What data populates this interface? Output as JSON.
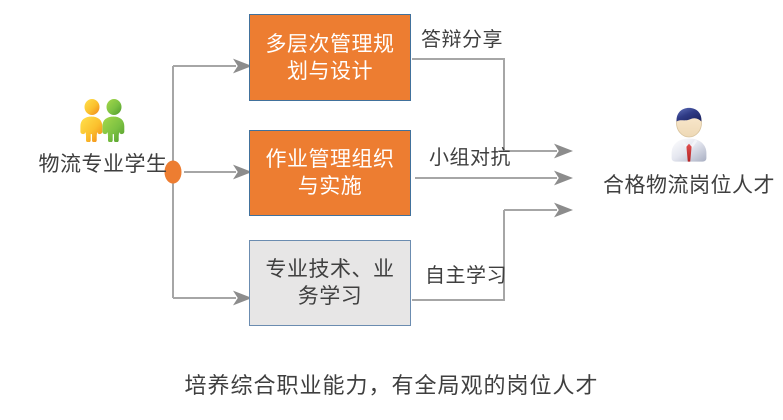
{
  "diagram": {
    "title_caption": "培养综合职业能力，有全局观的岗位人才",
    "colors": {
      "box_orange": "#ED7D31",
      "box_grey": "#E7E6E6",
      "box_border": "#41719C",
      "connector": "#A6A6A6",
      "node_orange": "#ED7D31",
      "text_dark": "#3F3F3F"
    },
    "source": {
      "label": "物流专业学生",
      "icon": "two-people-icon",
      "node_icon": "orange-ellipse-node"
    },
    "target": {
      "label": "合格物流岗位人才",
      "icon": "businessperson-avatar-icon"
    },
    "boxes": [
      {
        "text_line1": "多层次管理规",
        "text_line2": "划与设计",
        "style": "orange"
      },
      {
        "text_line1": "作业管理组织",
        "text_line2": "与实施",
        "style": "orange"
      },
      {
        "text_line1": "专业技术、业",
        "text_line2": "务学习",
        "style": "grey"
      }
    ],
    "edge_labels": [
      {
        "text": "答辩分享"
      },
      {
        "text": "小组对抗"
      },
      {
        "text": "自主学习"
      }
    ]
  }
}
